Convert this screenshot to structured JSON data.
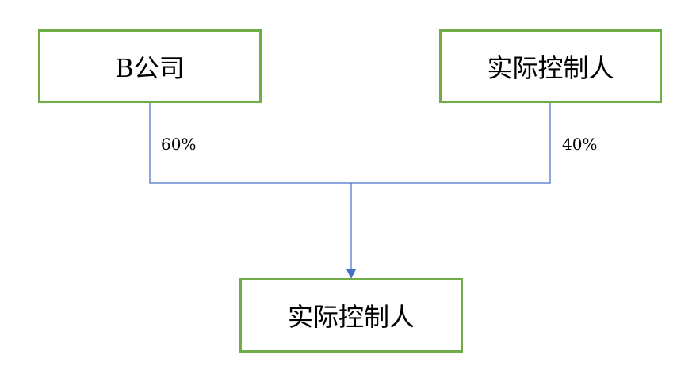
{
  "nodes": {
    "b_company": "B公司",
    "controller_top": "实际控制人",
    "controller_bottom": "实际控制人"
  },
  "edges": {
    "left_share": "60%",
    "right_share": "40%"
  },
  "colors": {
    "box_border": "#70ad47",
    "connector": "#4472c4",
    "text": "#000000"
  }
}
